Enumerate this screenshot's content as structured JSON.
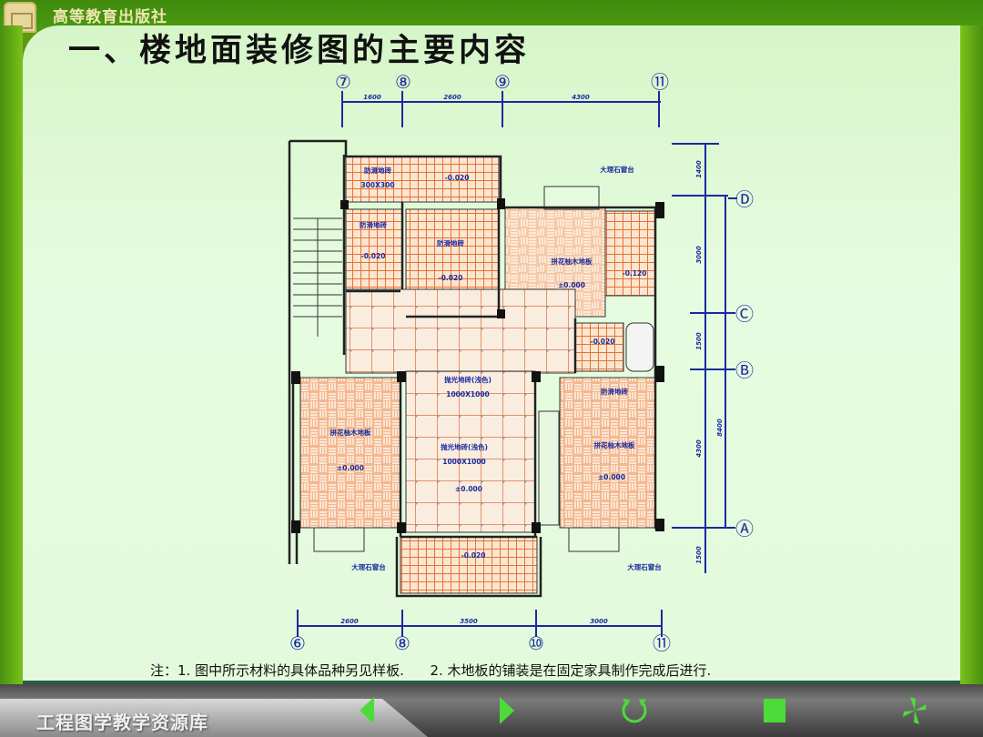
{
  "header": {
    "publisher": "高等教育出版社",
    "title": "一、楼地面装修图的主要内容"
  },
  "plan": {
    "axes_top": [
      "⑦",
      "⑧",
      "⑨",
      "⑪"
    ],
    "dims_top": [
      "1600",
      "2600",
      "4300"
    ],
    "axes_bottom": [
      "⑥",
      "⑧",
      "⑩",
      "⑪"
    ],
    "dims_bottom": [
      "2600",
      "3500",
      "3000"
    ],
    "axes_right": [
      "Ⓓ",
      "Ⓒ",
      "Ⓑ",
      "Ⓐ"
    ],
    "dims_right": [
      "1400",
      "3000",
      "1500",
      "4300",
      "1500"
    ],
    "dim_right_total": "8400",
    "labels": {
      "anti_slip_tile": "防滑地砖",
      "tile_size": "300X300",
      "parquet": "拼花柚木地板",
      "marble_sill": "大理石窗台",
      "polished_tile_light": "抛光地砖(浅色)",
      "polished_tile_size": "1000X1000",
      "elev_zero": "±0.000",
      "elev_minus": "-0.020",
      "elev_minus2": "-0.120"
    }
  },
  "note": "注：1. 图中所示材料的具体品种另见样板.      2. 木地板的铺装是在固定家具制作完成后进行.",
  "footer": {
    "label": "工程图学教学资源库",
    "buttons": [
      "previous",
      "next",
      "replay",
      "stop",
      "exit"
    ]
  },
  "colors": {
    "accent_green": "#4ddb3a",
    "dim_blue": "#1a2aa0",
    "tile_orange": "#e8703a"
  }
}
